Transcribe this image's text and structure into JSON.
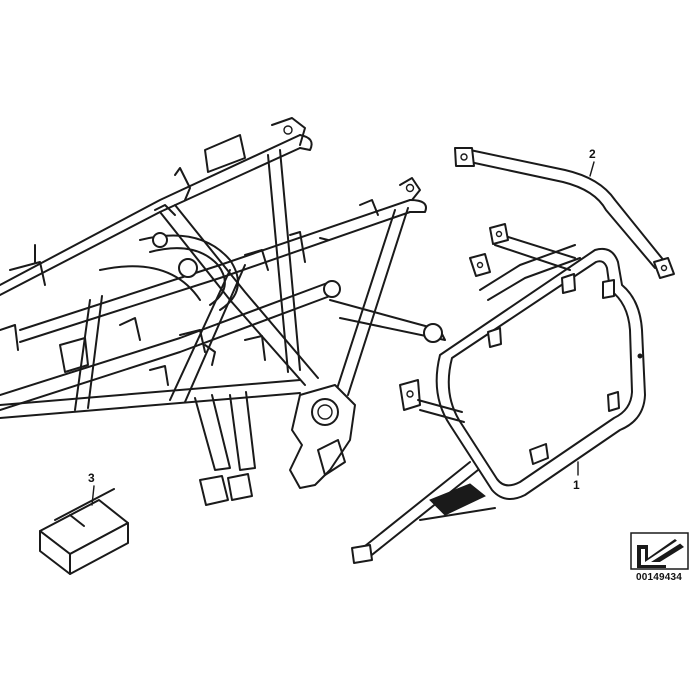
{
  "callouts": {
    "part1": "1",
    "part2": "2",
    "part3": "3"
  },
  "doc_number": "00149434",
  "icons": {
    "frame": "motorcycle-frame-drawing",
    "carrier": "side-case-carrier-drawing",
    "strut": "support-strut-drawing",
    "kit": "parts-box-drawing",
    "nav": "page-arrow-icon"
  }
}
